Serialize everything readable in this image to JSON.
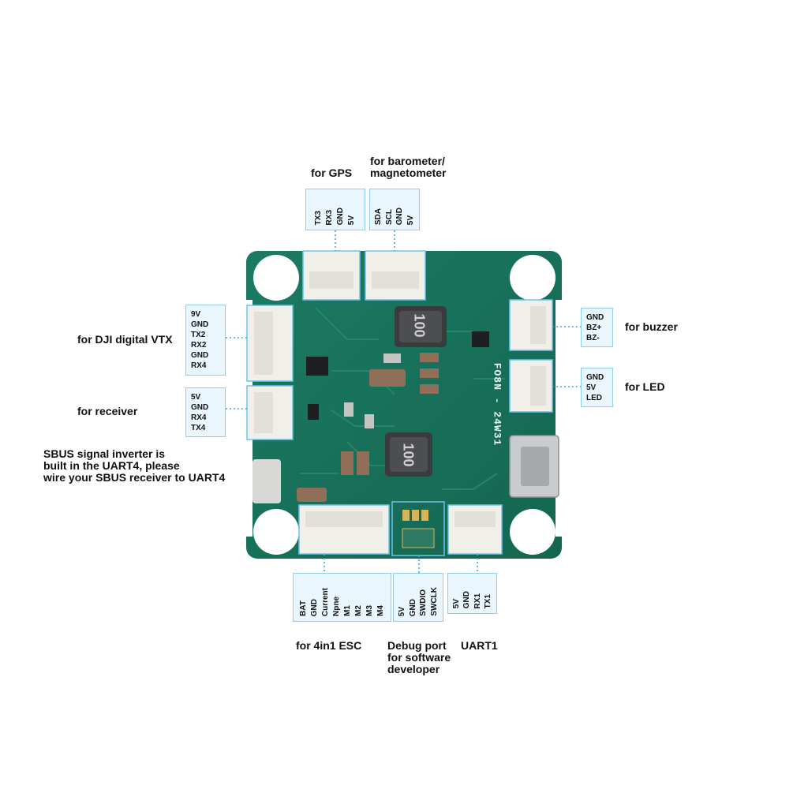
{
  "colors": {
    "pcb": "#19705a",
    "pcb_dark": "#0f5544",
    "pad_outline": "#6cc4ec",
    "box_fill": "#eaf6fd",
    "dots": "#3aa9e0"
  },
  "board": {
    "silkscreen": "FO8N - 24W31",
    "inductor_top": "100",
    "inductor_mid": "100"
  },
  "labels": {
    "gps": "for GPS",
    "baro": [
      "for barometer/",
      "magnetometer"
    ],
    "vtx": "for DJI digital VTX",
    "receiver": "for receiver",
    "sbus": [
      "SBUS signal inverter is",
      "built in the UART4, please",
      "wire your SBUS receiver to UART4"
    ],
    "buzzer": "for buzzer",
    "led": "for LED",
    "esc": "for 4in1 ESC",
    "debug": [
      "Debug port",
      "for software",
      "developer"
    ],
    "uart1": "UART1"
  },
  "pins": {
    "gps": [
      "TX3",
      "RX3",
      "GND",
      "5V"
    ],
    "baro": [
      "SDA",
      "SCL",
      "GND",
      "5V"
    ],
    "vtx": [
      "9V",
      "GND",
      "TX2",
      "RX2",
      "GND",
      "RX4"
    ],
    "receiver": [
      "5V",
      "GND",
      "RX4",
      "TX4"
    ],
    "buzzer": [
      "GND",
      "BZ+",
      "BZ-"
    ],
    "led": [
      "GND",
      "5V",
      "LED"
    ],
    "esc": [
      "BAT",
      "GND",
      "Current",
      "Npne",
      "M1",
      "M2",
      "M3",
      "M4"
    ],
    "debug": [
      "5V",
      "GND",
      "SWDIO",
      "SWCLK"
    ],
    "uart1": [
      "5V",
      "GND",
      "RX1",
      "TX1"
    ]
  }
}
